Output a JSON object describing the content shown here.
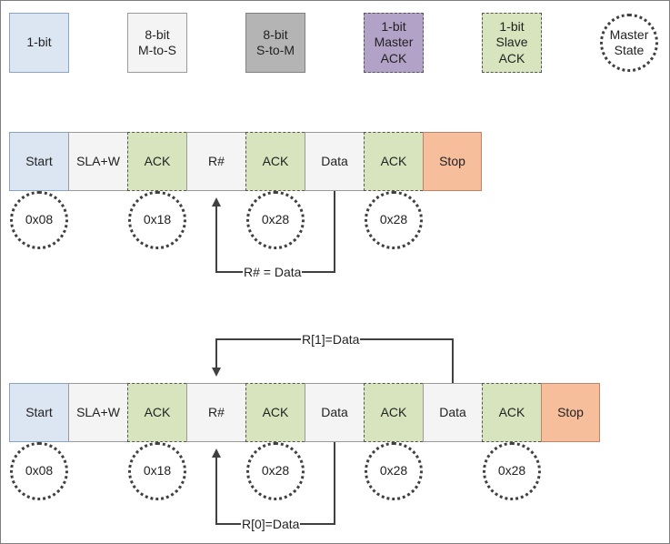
{
  "legend": {
    "bit1": "1-bit",
    "m2s": [
      "8-bit",
      "M-to-S"
    ],
    "s2m": [
      "8-bit",
      "S-to-M"
    ],
    "master_ack": [
      "1-bit",
      "Master",
      "ACK"
    ],
    "slave_ack": [
      "1-bit",
      "Slave",
      "ACK"
    ],
    "master_state": [
      "Master",
      "State"
    ]
  },
  "seq1": {
    "cells": [
      "Start",
      "SLA+W",
      "ACK",
      "R#",
      "ACK",
      "Data",
      "ACK",
      "Stop"
    ],
    "states": [
      "0x08",
      "0x18",
      "0x28",
      "0x28"
    ],
    "loop_label": "R# = Data"
  },
  "seq2": {
    "cells": [
      "Start",
      "SLA+W",
      "ACK",
      "R#",
      "ACK",
      "Data",
      "ACK",
      "Data",
      "ACK",
      "Stop"
    ],
    "states": [
      "0x08",
      "0x18",
      "0x28",
      "0x28",
      "0x28"
    ],
    "loop_top_label": "R[1]=Data",
    "loop_bottom_label": "R[0]=Data"
  },
  "colors": {
    "bit1": "#dce6f2",
    "m2s": "#f4f4f4",
    "s2m": "#b4b4b4",
    "master_ack": "#b3a2c7",
    "slave_ack": "#d7e4bd",
    "stop": "#f7be9c"
  }
}
